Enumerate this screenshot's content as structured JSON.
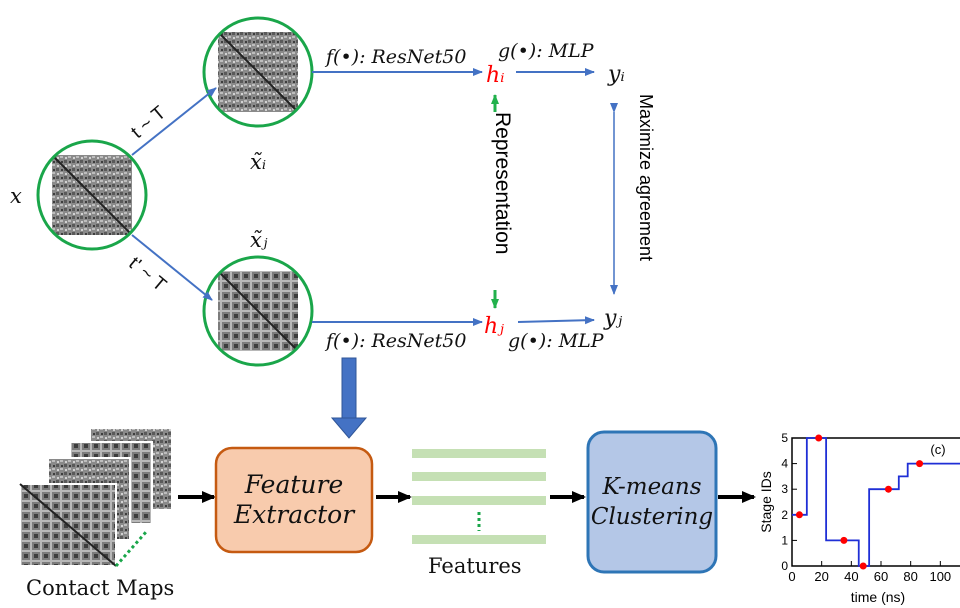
{
  "top": {
    "input_label": "x",
    "aug_top": "t ~ T",
    "aug_bottom": "t' ~ T",
    "view_i": "x̃ᵢ",
    "view_j": "x̃ⱼ",
    "encoder_top": "f(•): ResNet50",
    "encoder_bottom": "f(•): ResNet50",
    "rep_i": "hᵢ",
    "rep_j": "hⱼ",
    "proj_top": "g(•): MLP",
    "proj_bottom": "g(•): MLP",
    "out_i": "yᵢ",
    "out_j": "yⱼ",
    "representation": "Representation",
    "maximize": "Maximize agreement"
  },
  "pipeline": {
    "contact_maps": "Contact Maps",
    "feature_extractor_line1": "Feature",
    "feature_extractor_line2": "Extractor",
    "features": "Features",
    "kmeans_line1": "K-means",
    "kmeans_line2": "Clustering"
  },
  "colors": {
    "circle": "#1aa64a",
    "arrow_blue": "#4472c4",
    "rep_arrow": "#22b14c",
    "red": "#ff0000",
    "extractor_fill": "#f8cbad",
    "extractor_border": "#c55a11",
    "kmeans_fill": "#b4c7e7",
    "kmeans_border": "#2e75b6",
    "feature_bar": "#c5e0b4",
    "big_arrow": "#4472c4"
  },
  "chart_data": {
    "type": "line",
    "title": "(c)",
    "xlabel": "time (ns)",
    "ylabel": "Stage IDs",
    "xlim": [
      0,
      120
    ],
    "ylim": [
      0,
      5
    ],
    "x_ticks": [
      "0",
      "20",
      "40",
      "60",
      "80",
      "100"
    ],
    "y_ticks": [
      "0",
      "1",
      "2",
      "3",
      "4",
      "5"
    ],
    "step_series": {
      "x": [
        0,
        10,
        10,
        23,
        23,
        45,
        45,
        52,
        52,
        72,
        72,
        78,
        78,
        120
      ],
      "y": [
        2,
        2,
        5,
        5,
        1,
        1,
        0,
        0,
        3,
        3,
        3.5,
        3.5,
        4,
        4
      ]
    },
    "points": {
      "x": [
        5,
        18,
        35,
        48,
        65,
        86
      ],
      "y": [
        2,
        5,
        1,
        0,
        3,
        4
      ]
    }
  }
}
